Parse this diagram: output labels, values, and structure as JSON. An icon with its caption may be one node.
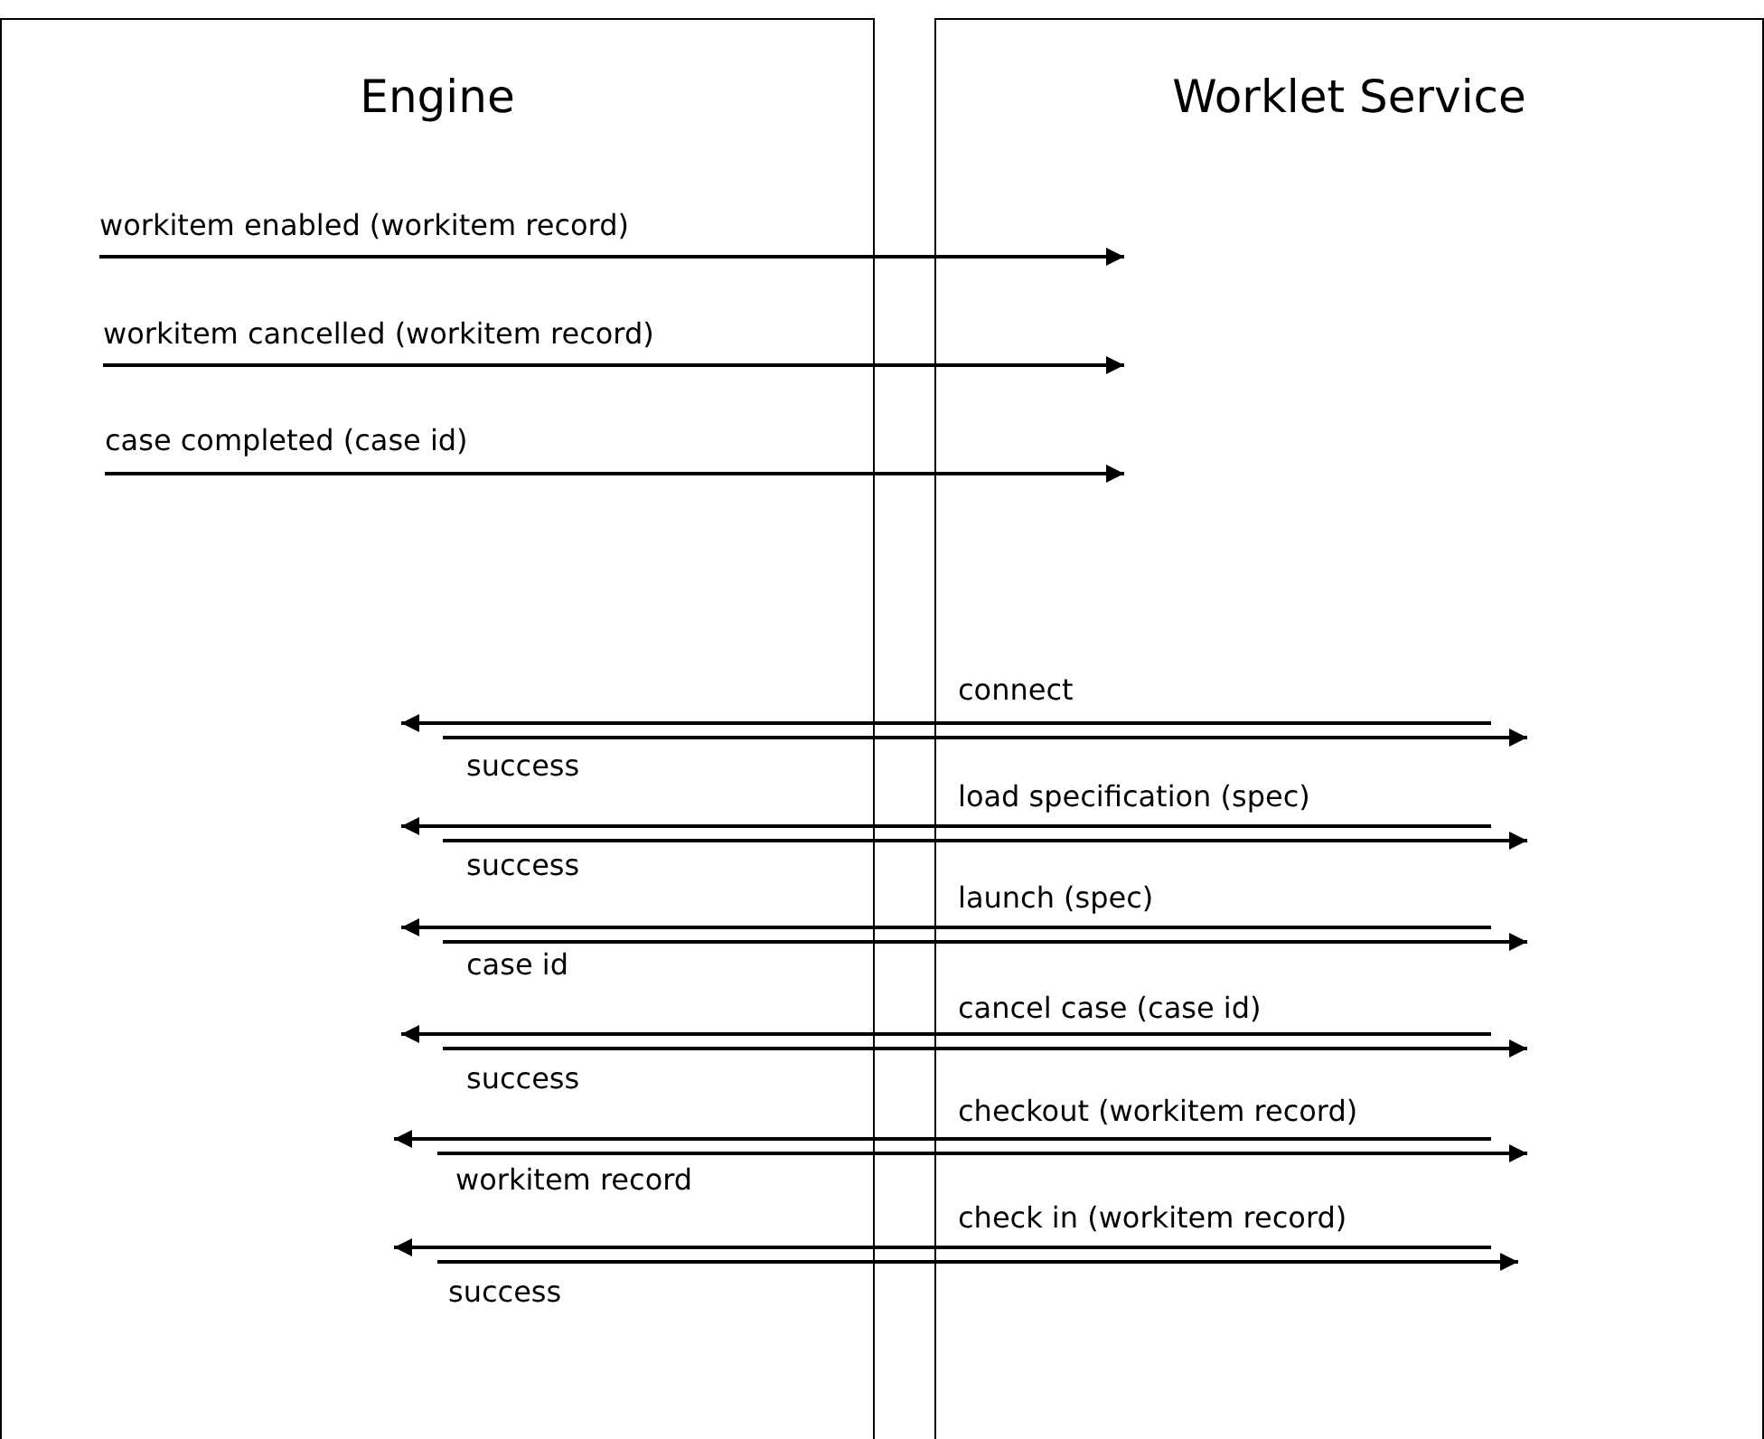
{
  "diagram": {
    "nodes": [
      {
        "text": [
          "Engine"
        ]
      },
      {
        "text": [
          "Worklet Service"
        ]
      }
    ],
    "edges": [
      {
        "from": 0,
        "to": 1,
        "arrow": "to",
        "label": "workitem enabled (workitem record)"
      },
      {
        "from": 0,
        "to": 1,
        "arrow": "to",
        "label": "workitem cancelled (workitem record)"
      },
      {
        "from": 0,
        "to": 1,
        "arrow": "to",
        "label": "case completed (case id)"
      },
      {
        "from": 1,
        "to": 0,
        "arrow": "to",
        "label": "connect"
      },
      {
        "from": 0,
        "to": 1,
        "arrow": "to",
        "label": "success"
      },
      {
        "from": 1,
        "to": 0,
        "arrow": "to",
        "label": "load specification (spec)"
      },
      {
        "from": 0,
        "to": 1,
        "arrow": "to",
        "label": "success"
      },
      {
        "from": 1,
        "to": 0,
        "arrow": "to",
        "label": "launch (spec)"
      },
      {
        "from": 0,
        "to": 1,
        "arrow": "to",
        "label": "case id"
      },
      {
        "from": 1,
        "to": 0,
        "arrow": "to",
        "label": "cancel case (case id)"
      },
      {
        "from": 0,
        "to": 1,
        "arrow": "to",
        "label": "success"
      },
      {
        "from": 1,
        "to": 0,
        "arrow": "to",
        "label": "checkout (workitem record)"
      },
      {
        "from": 0,
        "to": 1,
        "arrow": "to",
        "label": "workitem record"
      },
      {
        "from": 1,
        "to": 0,
        "arrow": "to",
        "label": "check in (workitem record)"
      },
      {
        "from": 0,
        "to": 1,
        "arrow": "to",
        "label": "success"
      }
    ]
  }
}
